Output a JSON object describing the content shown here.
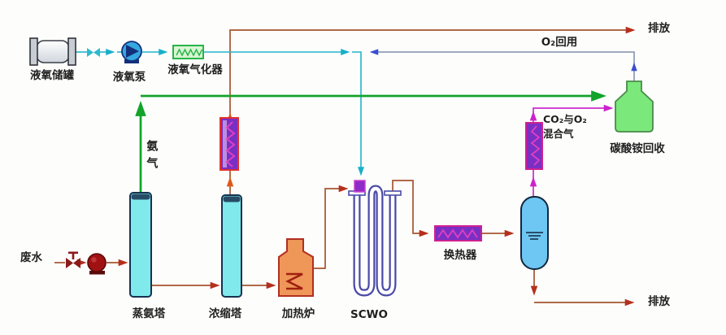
{
  "diagram": {
    "kind": "process-flow-diagram",
    "subject": "SCWO wastewater treatment with oxygen recycle and ammonium carbonate recovery"
  },
  "labels": {
    "lox_tank": "液氧储罐",
    "lox_pump": "液氧泵",
    "lox_vaporizer": "液氧气化器",
    "discharge_top": "排放",
    "o2_reuse": "O₂回用",
    "ammonia_gas": "氨气",
    "wastewater": "废水",
    "ammonia_stripper": "蒸氨塔",
    "concentrator": "浓缩塔",
    "furnace": "加热炉",
    "scwo": "SCWO",
    "heat_exchanger": "换热器",
    "co2_o2_mix_line1": "CO₂与O₂",
    "co2_o2_mix_line2": "混合气",
    "ammonium_carbonate_recovery": "碳酸铵回收",
    "discharge_bottom": "排放"
  },
  "colors": {
    "oxygen_line": "#24B4CC",
    "o2_recycle_line": "#7E8FA8",
    "o2_recycle_arrow": "#3A4FD0",
    "ammonia_line": "#12A32A",
    "process_line": "#A5542F",
    "process_arrow": "#B5301C",
    "gas_line": "#C92ACB",
    "tower_fill": "#7FE9EC",
    "separator_fill": "#6EC6F2",
    "furnace_fill": "#EF9659",
    "exchanger_fill": "#7A2FC4",
    "bottle_fill": "#7BE87B",
    "vaporizer_fill": "#D8F6D2"
  }
}
